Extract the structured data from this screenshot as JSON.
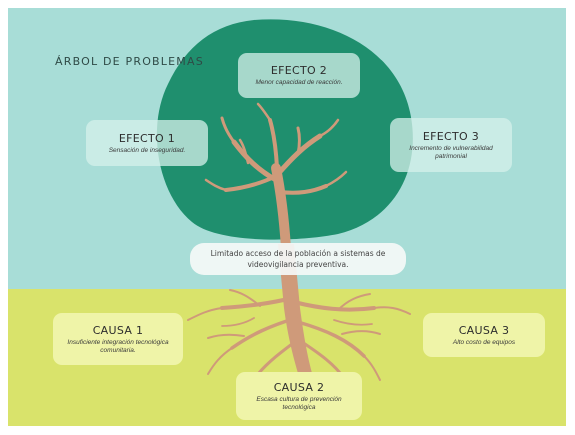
{
  "title": "ÁRBOL DE PROBLEMAS",
  "problem": "Limitado acceso de la población a sistemas de videovigilancia preventiva.",
  "effects": [
    {
      "label": "EFECTO 1",
      "text": "Sensación de inseguridad."
    },
    {
      "label": "EFECTO 2",
      "text": "Menor capacidad de reacción."
    },
    {
      "label": "EFECTO 3",
      "text": "Incremento de vulnerabilidad patrimonial"
    }
  ],
  "causes": [
    {
      "label": "CAUSA 1",
      "text": "Insuficiente integración tecnológica comunitaria."
    },
    {
      "label": "CAUSA 2",
      "text": "Escasa cultura de prevención tecnológica"
    },
    {
      "label": "CAUSA 3",
      "text": "Alto costo de equipos"
    }
  ],
  "colors": {
    "sky": "#a8ddd7",
    "ground": "#d9e36b",
    "canopy": "#1f8f6e",
    "trunk": "#cf9a7a",
    "effect_box": "#d6f0eb",
    "cause_box": "#eff4a8"
  }
}
